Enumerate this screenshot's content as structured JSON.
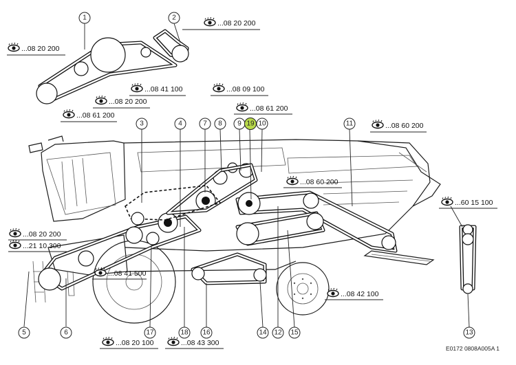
{
  "callouts": {
    "c1": "1",
    "c2": "2",
    "c3": "3",
    "c4": "4",
    "c5": "5",
    "c6": "6",
    "c7": "7",
    "c8": "8",
    "c9": "9",
    "c10": "10",
    "c11": "11",
    "c12": "12",
    "c13": "13",
    "c14": "14",
    "c15": "15",
    "c16": "16",
    "c17": "17",
    "c18": "18",
    "c19": "19"
  },
  "highlight_color": "#b8d94a",
  "references": {
    "r_top_left": "...08 20 200",
    "r_top_right": "...08 20 200",
    "r_08_41_100": "...08 41 100",
    "r_08_09_100": "...08 09 100",
    "r_mid_08_20_200": "...08 20 200",
    "r_08_61_200_a": "...08 61 200",
    "r_08_61_200_b": "...08 61 200",
    "r_08_60_200_right": "...08 60 200",
    "r_08_60_200_mid": "...08 60 200",
    "r_60_15_100": "...60 15 100",
    "r_left_08_20_200": "...08 20 200",
    "r_21_10_300": "...21 10 300",
    "r_08_41_500": "...08 41 500",
    "r_08_42_100": "...08 42 100",
    "r_bottom_08_20_100": "...08 20 100",
    "r_bottom_08_43_300": "...08 43 300"
  },
  "icons": {
    "reference": "eye-icon"
  },
  "caption": "E0172 0808A005A 1"
}
